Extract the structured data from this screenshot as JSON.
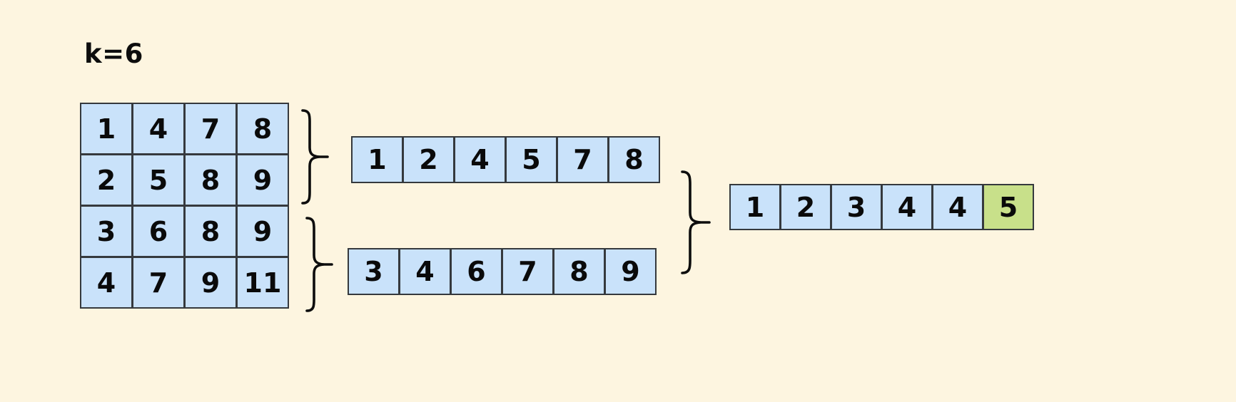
{
  "diagram": {
    "title_label": "k=6",
    "background_color": "#fdf5e0",
    "cell_color": "#c9e2fa",
    "highlight_color": "#c8e08a",
    "border_color": "#35393d",
    "matrix": {
      "name": "sorted-matrix",
      "rows": [
        [
          "1",
          "4",
          "7",
          "8"
        ],
        [
          "2",
          "5",
          "8",
          "9"
        ],
        [
          "3",
          "6",
          "8",
          "9"
        ],
        [
          "4",
          "7",
          "9",
          "11"
        ]
      ]
    },
    "merged_arrays": [
      {
        "name": "merged-rows-1-2",
        "values": [
          "1",
          "2",
          "4",
          "5",
          "7",
          "8"
        ]
      },
      {
        "name": "merged-rows-3-4",
        "values": [
          "3",
          "4",
          "6",
          "7",
          "8",
          "9"
        ]
      }
    ],
    "result_array": {
      "name": "final-merged-array",
      "values": [
        "1",
        "2",
        "3",
        "4",
        "4",
        "5"
      ],
      "highlight_index": 5
    },
    "braces": [
      {
        "name": "brace-rows-1-2"
      },
      {
        "name": "brace-rows-3-4"
      },
      {
        "name": "brace-merge-final"
      }
    ]
  },
  "chart_data": {
    "type": "table",
    "title": "k=6",
    "matrix": [
      [
        1,
        4,
        7,
        8
      ],
      [
        2,
        5,
        8,
        9
      ],
      [
        3,
        6,
        8,
        9
      ],
      [
        4,
        7,
        9,
        11
      ]
    ],
    "merged_top": [
      1,
      2,
      4,
      5,
      7,
      8
    ],
    "merged_bottom": [
      3,
      4,
      6,
      7,
      8,
      9
    ],
    "result": [
      1,
      2,
      3,
      4,
      4,
      5
    ],
    "highlighted_result_value": 5,
    "highlighted_result_index": 5
  }
}
